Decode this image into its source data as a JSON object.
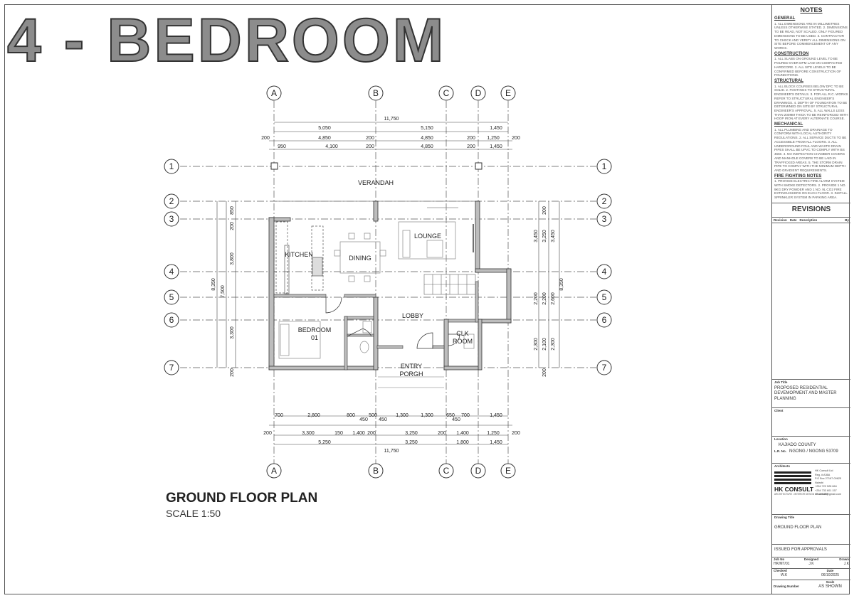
{
  "sheet": {
    "main_title": "4 - BEDROOM",
    "plan_title": "GROUND FLOOR PLAN",
    "plan_scale": "SCALE 1:50"
  },
  "grid": {
    "columns": [
      "A",
      "B",
      "C",
      "D",
      "E"
    ],
    "rows": [
      "1",
      "2",
      "3",
      "4",
      "5",
      "6",
      "7"
    ]
  },
  "rooms": {
    "verandah": "VERANDAH",
    "kitchen": "KITCHEN",
    "dining": "DINING",
    "lounge": "LOUNGE",
    "lobby": "LOBBY",
    "bedroom": "BEDROOM",
    "bedroom_no": "01",
    "clk": "CLK",
    "room": "ROOM",
    "entry": "ENTRY",
    "porgh": "PORGH"
  },
  "dims": {
    "top_total": "11,750",
    "top_row1": [
      "5,050",
      "5,150",
      "1,450"
    ],
    "top_row2": [
      "200",
      "4,850",
      "200",
      "4,850",
      "200",
      "1,250",
      "200"
    ],
    "top_row3": [
      "950",
      "4,100",
      "200",
      "4,850",
      "200",
      "1,450"
    ],
    "bot_row1": [
      "700",
      "2,800",
      "800",
      "500",
      "1,300",
      "1,300",
      "650",
      "700",
      "1,450"
    ],
    "bot_row1b": [
      "450",
      "450",
      "450"
    ],
    "bot_row2": [
      "200",
      "3,300",
      "150",
      "1,400",
      "200",
      "3,250",
      "200",
      "1,400",
      "1,250",
      "200"
    ],
    "bot_row3": [
      "5,250",
      "3,250",
      "1,800",
      "1,450"
    ],
    "bot_total": "11,750",
    "left_outer": "8,350",
    "left_mid": [
      "7,500"
    ],
    "left_inner": [
      "850",
      "200",
      "3,800",
      "3,300",
      "200"
    ],
    "right_outer": "8,350",
    "right_cols": [
      "200",
      "3,450",
      "3,250",
      "3,450",
      "2,200",
      "2,200",
      "2,600",
      "2,300",
      "2,100",
      "2,300",
      "200"
    ]
  },
  "title_block": {
    "notes_title": "NOTES",
    "sections": [
      {
        "heading": "GENERAL",
        "text": "1. ALL DIMENSIONS ARE IN MILLIMETRES UNLESS OTHERWISE STATED. 2. DIMENSIONS TO BE READ, NOT SCALED. ONLY FIGURED DIMENSIONS TO BE USED. 3. CONTRACTOR TO CHECK AND VERIFY ALL DIMENSIONS ON SITE BEFORE COMMENCEMENT OF ANY WORKS."
      },
      {
        "heading": "CONSTRUCTION",
        "text": "1. ALL SLABS ON GROUND LEVEL TO BE POURED OVER DPM LAID ON COMPACTED HARDCORE. 2. ALL SITE LEVELS TO BE CONFIRMED BEFORE CONSTRUCTION OF FOUNDATIONS."
      },
      {
        "heading": "STRUCTURAL",
        "text": "1. ALL BLOCK COURSES BELOW DPC TO BE SOLID. 2. FOOTINGS TO STRUCTURAL ENGINEER'S DETAILS. 3. FOR ALL R.C. WORKS REFER TO STRUCTURAL ENGINEER'S DRAWINGS. 4. DEPTH OF FOUNDATION TO BE DETERMINED ON SITE BY STRUCTURAL ENGINEER'S APPROVAL. 5. ALL WALLS LESS THAN 200MM THICK TO BE REINFORCED WITH HOOP IRON AT EVERY ALTERNATE COURSE."
      },
      {
        "heading": "MECHANICAL",
        "text": "1. ALL PLUMBING AND DRAINAGE TO CONFORM WITH LOCAL AUTHORITY REGULATIONS. 2. ALL SERVICE DUCTS TO BE ACCESSIBLE FROM ALL FLOORS. 3. ALL UNDERGROUND FOUL AND WASTE DRAIN PIPES SHALL BE UPVC TO COMPLY WITH BS 4660. 4. NO INSPECTION CHAMBER COVERS AND MANHOLE COVERS TO BE LAID IN TRAFFICKED AREAS. 5. THE STORM DRAIN PIPE TO COMPLY WITH THE MINIMUM DEPTH AND GRADIENT REQUIREMENTS."
      },
      {
        "heading": "FIRE FIGHTING NOTES",
        "text": "1. PROVIDE ELECTRIC FIRE ALARM SYSTEM WITH SMOKE DETECTORS. 2. PROVIDE 1 NO. 9KG DRY POWDER AND 1 NO. 9L CO2 FIRE EXTINGUISHERS ON EACH FLOOR. 3. INSTALL SPRINKLER SYSTEM IN PARKING AREA."
      }
    ],
    "revisions_title": "REVISIONS",
    "rev_cols": [
      "Revision",
      "Date",
      "Description",
      "By"
    ],
    "job_title_label": "Job Title",
    "job_title": "PROPOSED RESIDENTIAL DEVEMOPMENT AND MASTER PLANNING",
    "client_label": "Client",
    "location_label": "Location",
    "location": "KAJIADO COUNTY",
    "lr_label": "L.R. No.",
    "lr_value": "NGONG / NGONG 53709",
    "architects_label": "Architects",
    "firm_name": "HK CONSULT",
    "firm_tagline": "ARCHITECTURE • INTERIOR DESIGN • PLANNING",
    "firm_address": [
      "HK Consult Ltd",
      "Reg. # A36A",
      "P.O Box 27167-00625",
      "Nairobi",
      "+254 722 528 664",
      "+254 733 601 157",
      "hkconsult@gmail.com"
    ],
    "drawing_title_label": "Drawing Title",
    "drawing_title": "GROUND FLOOR PLAN",
    "status": "ISSUED FOR APPROVALS",
    "job_no_label": "Job No",
    "job_no": "HK/MT/01",
    "designed_label": "Designed",
    "designed": "J.K",
    "drawn_label": "Drawn",
    "drawn": "J.K",
    "checked_label": "Checked",
    "checked": "W.K",
    "date_label": "Date",
    "date": "06/10/2025",
    "drawing_no_label": "Drawing Number",
    "scale_label": "Scale",
    "scale": "AS SHOWN"
  }
}
